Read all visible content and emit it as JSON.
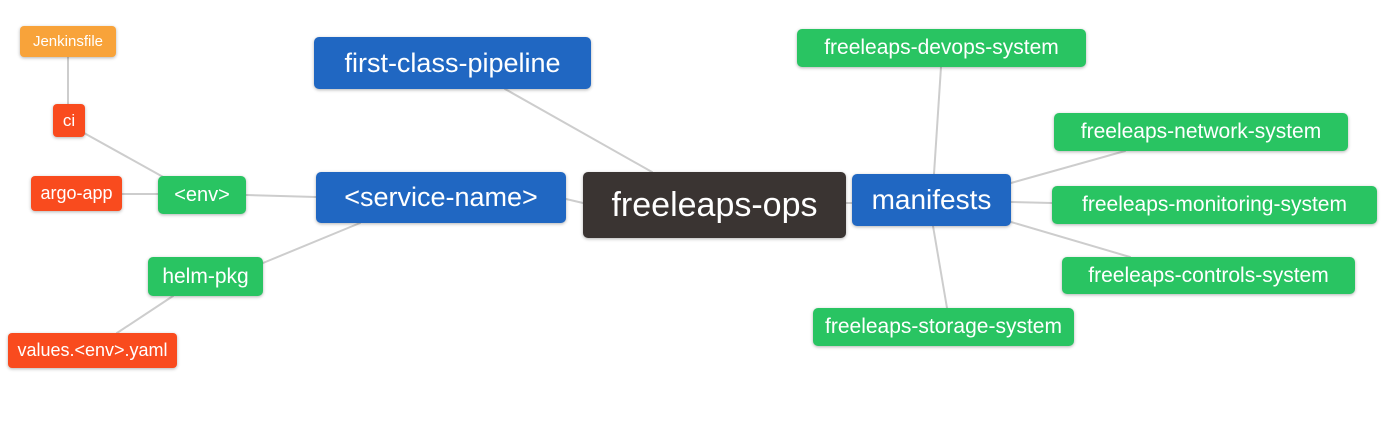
{
  "diagram_title": "freeleaps-ops repository structure mind map",
  "palette": {
    "orange": "#F8A33A",
    "red": "#F94B1E",
    "green": "#29C462",
    "blue": "#2067C2",
    "dark": "#3A3432",
    "edge": "#CDCDCD",
    "node_text": "#FFFFFF",
    "background": "#FFFFFF"
  },
  "nodes": {
    "jenkinsfile": {
      "label": "Jenkinsfile",
      "color": "orange"
    },
    "ci": {
      "label": "ci",
      "color": "red"
    },
    "argo_app": {
      "label": "argo-app",
      "color": "red"
    },
    "env": {
      "label": "<env>",
      "color": "green"
    },
    "helm_pkg": {
      "label": "helm-pkg",
      "color": "green"
    },
    "values_env_yaml": {
      "label": "values.<env>.yaml",
      "color": "red"
    },
    "service_name": {
      "label": "<service-name>",
      "color": "blue"
    },
    "first_class_pipeline": {
      "label": "first-class-pipeline",
      "color": "blue"
    },
    "freeleaps_ops": {
      "label": "freeleaps-ops",
      "color": "dark"
    },
    "manifests": {
      "label": "manifests",
      "color": "blue"
    },
    "devops_system": {
      "label": "freeleaps-devops-system",
      "color": "green"
    },
    "network_system": {
      "label": "freeleaps-network-system",
      "color": "green"
    },
    "monitoring_system": {
      "label": "freeleaps-monitoring-system",
      "color": "green"
    },
    "controls_system": {
      "label": "freeleaps-controls-system",
      "color": "green"
    },
    "storage_system": {
      "label": "freeleaps-storage-system",
      "color": "green"
    }
  },
  "edges": [
    {
      "from": "jenkinsfile",
      "to": "ci"
    },
    {
      "from": "ci",
      "to": "env"
    },
    {
      "from": "argo_app",
      "to": "env"
    },
    {
      "from": "env",
      "to": "service_name"
    },
    {
      "from": "service_name",
      "to": "helm_pkg"
    },
    {
      "from": "helm_pkg",
      "to": "values_env_yaml"
    },
    {
      "from": "service_name",
      "to": "freeleaps_ops"
    },
    {
      "from": "first_class_pipeline",
      "to": "freeleaps_ops"
    },
    {
      "from": "freeleaps_ops",
      "to": "manifests"
    },
    {
      "from": "manifests",
      "to": "devops_system"
    },
    {
      "from": "manifests",
      "to": "network_system"
    },
    {
      "from": "manifests",
      "to": "monitoring_system"
    },
    {
      "from": "manifests",
      "to": "controls_system"
    },
    {
      "from": "manifests",
      "to": "storage_system"
    }
  ]
}
